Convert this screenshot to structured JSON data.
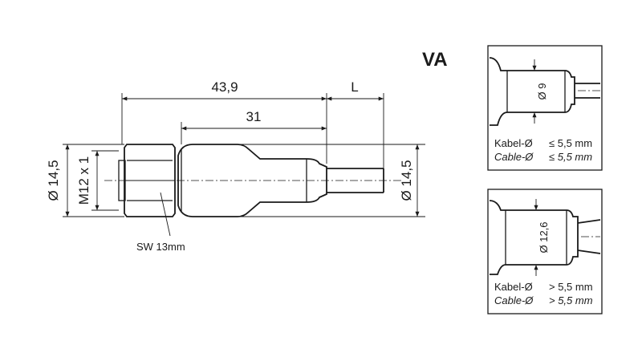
{
  "variant": "VA",
  "dimensions": {
    "overall_length": "43,9",
    "body_length": "31",
    "cable_length": "L",
    "left_diameter": "Ø 14,5",
    "thread": "M12 x 1",
    "right_diameter": "Ø 14,5",
    "wrench_size": "SW 13mm"
  },
  "detail_top": {
    "diameter": "Ø 9",
    "rows": [
      {
        "label": "Kabel-Ø",
        "value": "≤ 5,5 mm",
        "italic": false
      },
      {
        "label": "Cable-Ø",
        "value": "≤ 5,5 mm",
        "italic": true
      }
    ]
  },
  "detail_bottom": {
    "diameter": "Ø 12,6",
    "rows": [
      {
        "label": "Kabel-Ø",
        "value": "> 5,5 mm",
        "italic": false
      },
      {
        "label": "Cable-Ø",
        "value": "> 5,5 mm",
        "italic": true
      }
    ]
  }
}
